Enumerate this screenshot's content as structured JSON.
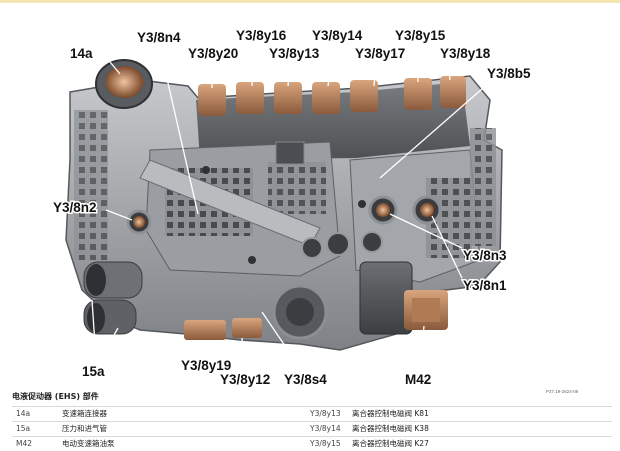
{
  "figure_ref": "P27.19-2624-06",
  "labels": {
    "l14a": "14a",
    "y3_8n4": "Y3/8n4",
    "y3_8y20": "Y3/8y20",
    "y3_8y16": "Y3/8y16",
    "y3_8y13": "Y3/8y13",
    "y3_8y14": "Y3/8y14",
    "y3_8y17": "Y3/8y17",
    "y3_8y15": "Y3/8y15",
    "y3_8y18": "Y3/8y18",
    "y3_8b5": "Y3/8b5",
    "y3_8n2": "Y3/8n2",
    "y3_8n3": "Y3/8n3",
    "y3_8n1": "Y3/8n1",
    "l15a": "15a",
    "y3_8y19": "Y3/8y19",
    "y3_8y12": "Y3/8y12",
    "y3_8s4": "Y3/8s4",
    "m42": "M42"
  },
  "legend": {
    "title": "电液促动器 (EHS) 部件",
    "rows": [
      {
        "code_left": "14a",
        "desc_left": "变速箱连接器",
        "code_right": "Y3/8y13",
        "desc_right": "离合器控制电磁阀 K81"
      },
      {
        "code_left": "15a",
        "desc_left": "压力和进气管",
        "code_right": "Y3/8y14",
        "desc_right": "离合器控制电磁阀 K38"
      },
      {
        "code_left": "M42",
        "desc_left": "电动变速箱油泵",
        "code_right": "Y3/8y15",
        "desc_right": "离合器控制电磁阀 K27"
      }
    ]
  }
}
